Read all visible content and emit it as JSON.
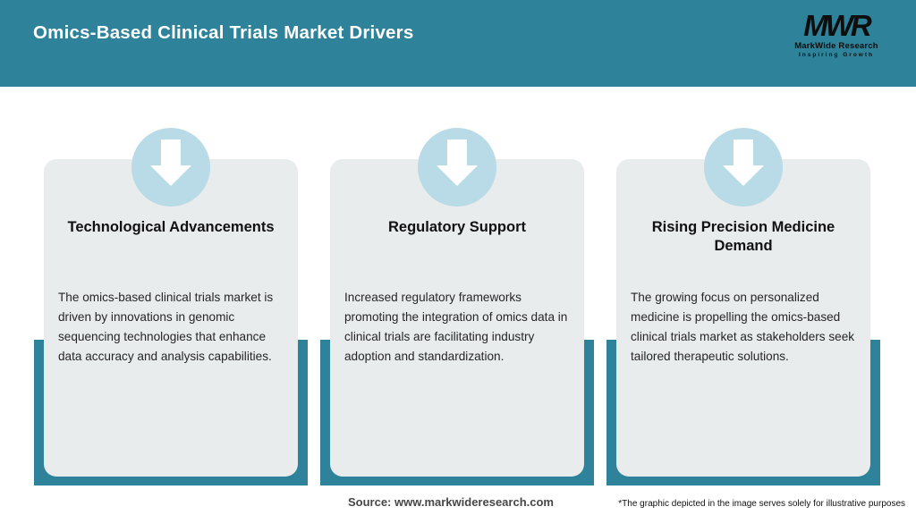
{
  "header": {
    "title": "Omics-Based Clinical Trials Market Drivers",
    "logo": {
      "acronym": "MWR",
      "name": "MarkWide Research",
      "tagline": "Inspiring Growth"
    }
  },
  "cards": [
    {
      "icon": "down-arrow-icon",
      "title": "Technological Advancements",
      "description": "The omics-based clinical trials market is driven by innovations in genomic sequencing technologies that enhance data accuracy and analysis capabilities."
    },
    {
      "icon": "down-arrow-icon",
      "title": "Regulatory Support",
      "description": "Increased regulatory frameworks promoting the integration of omics data in clinical trials are facilitating industry adoption and standardization."
    },
    {
      "icon": "down-arrow-icon",
      "title": "Rising Precision Medicine Demand",
      "description": "The growing focus on personalized medicine is propelling the omics-based clinical trials market as stakeholders seek tailored therapeutic solutions."
    }
  ],
  "footer": {
    "source": "Source: www.markwideresearch.com",
    "disclaimer": "*The graphic depicted in the image serves solely for illustrative purposes"
  },
  "colors": {
    "header_teal": "#2e8299",
    "accent_band_teal": "#2e8299",
    "card_background": "#e9eced",
    "icon_circle_blue": "#b9dbe8",
    "icon_arrow_white": "#ffffff",
    "title_text": "#111111",
    "body_text": "#262626",
    "header_text": "#ffffff"
  }
}
